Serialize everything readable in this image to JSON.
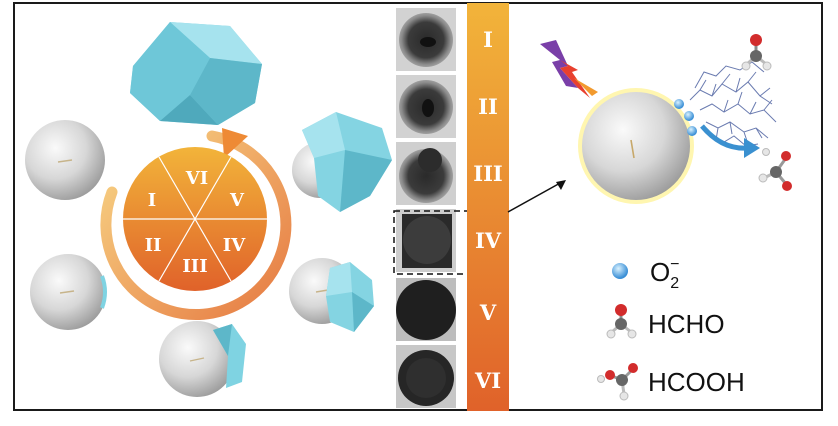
{
  "wheel": {
    "segments": [
      "VI",
      "V",
      "IV",
      "III",
      "II",
      "I"
    ]
  },
  "stage_bar": {
    "labels": [
      "I",
      "II",
      "III",
      "IV",
      "V",
      "VI"
    ]
  },
  "legend": {
    "items": [
      {
        "label": "O",
        "sub": "2",
        "sup": "−",
        "icon": "superoxide-icon"
      },
      {
        "label": "HCHO",
        "icon": "formaldehyde-molecule-icon"
      },
      {
        "label": "HCOOH",
        "icon": "formic-acid-molecule-icon"
      }
    ]
  },
  "colors": {
    "orange_top": "#f2b43a",
    "orange_bottom": "#e0622a",
    "cyan": "#7fd3e2",
    "sphere": "#d9d9d9",
    "lightning_purple": "#7a3fa8",
    "lightning_red": "#e8402e"
  }
}
